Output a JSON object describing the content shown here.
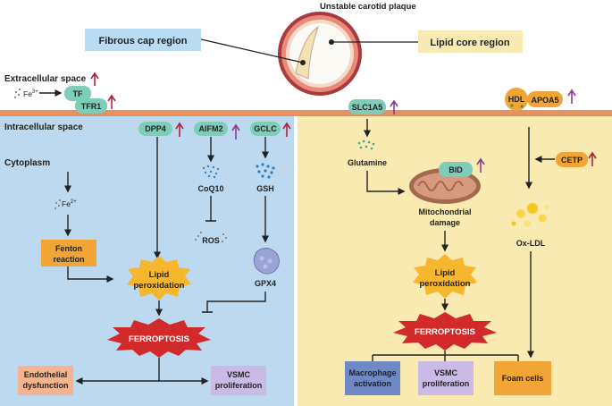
{
  "header": {
    "title": "Unstable carotid plaque",
    "fibrous_label": "Fibrous cap region",
    "lipid_label": "Lipid core region"
  },
  "membrane": {
    "extracellular": "Extracellular space",
    "intracellular": "Intracellular space",
    "cytoplasm": "Cytoplasm"
  },
  "left": {
    "fe3": "Fe",
    "fe3_sup": "3+",
    "tf": "TF",
    "tfr1": "TFR1",
    "fe2": "Fe",
    "fe2_sup": "2+",
    "fenton_l1": "Fenton",
    "fenton_l2": "reaction",
    "dpp4": "DPP4",
    "aifm2": "AIFM2",
    "gclc": "GCLC",
    "coq10": "CoQ10",
    "ros": "ROS",
    "gsh": "GSH",
    "gpx4": "GPX4",
    "lipid_l1": "Lipid",
    "lipid_l2": "peroxidation",
    "ferroptosis": "FERROPTOSIS",
    "endo_l1": "Endothelial",
    "endo_l2": "dysfunction",
    "vsmc_l1": "VSMC",
    "vsmc_l2": "proliferation"
  },
  "right": {
    "slc1a5": "SLC1A5",
    "hdl": "HDL",
    "apoa5": "APOA5",
    "glutamine": "Glutamine",
    "bid": "BID",
    "mito_l1": "Mitochondrial",
    "mito_l2": "damage",
    "cetp": "CETP",
    "oxldl": "Ox-LDL",
    "lipid_l1": "Lipid",
    "lipid_l2": "peroxidation",
    "ferroptosis": "FERROPTOSIS",
    "macro_l1": "Macrophage",
    "macro_l2": "activation",
    "vsmc_l1": "VSMC",
    "vsmc_l2": "proliferation",
    "foam": "Foam cells"
  },
  "colors": {
    "left_panel": "#bcd9f0",
    "right_panel": "#f8eab0",
    "membrane": "#e8905f",
    "protein": "#7ecdb8",
    "up_red": "#b0243a",
    "up_purple": "#8a3d8f",
    "orange_box": "#f2a534",
    "salmon_box": "#f5b38f",
    "lavender_box": "#c9bbe6",
    "blue_box": "#6f88c6",
    "starburst": "#f6b62e",
    "ferro_red": "#d22a2a",
    "fibrous_box": "#b9dcf2",
    "lipid_box": "#f7eab3"
  }
}
